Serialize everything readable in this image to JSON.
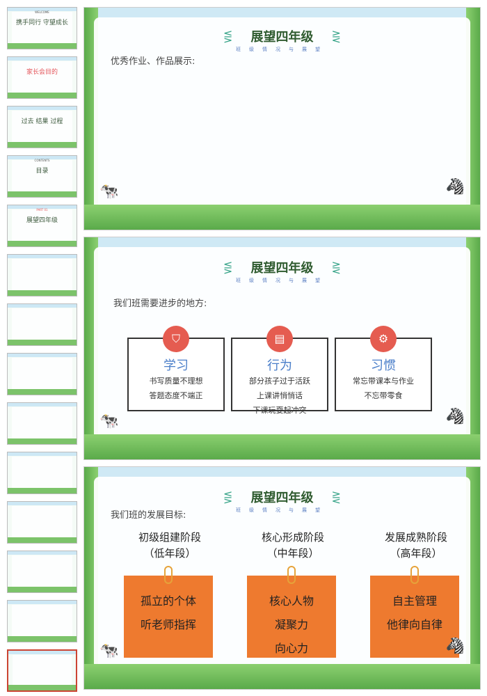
{
  "thumbnails": [
    {
      "title": "携手同行 守望成长",
      "sub": "WELCOME"
    },
    {
      "title": "家长会目的",
      "sub": ""
    },
    {
      "title": "过去 结果 过程",
      "sub": ""
    },
    {
      "title": "目录",
      "sub": "CONTENTS"
    },
    {
      "title": "展望四年级",
      "sub": "PART 01"
    },
    {
      "title": "",
      "sub": ""
    },
    {
      "title": "",
      "sub": ""
    },
    {
      "title": "",
      "sub": ""
    },
    {
      "title": "",
      "sub": ""
    },
    {
      "title": "",
      "sub": ""
    },
    {
      "title": "",
      "sub": ""
    },
    {
      "title": "",
      "sub": ""
    },
    {
      "title": "",
      "sub": ""
    },
    {
      "title": "",
      "sub": ""
    }
  ],
  "header": {
    "title": "展望四年级",
    "subtitle": "班级情况与展望"
  },
  "slide1": {
    "lead": "优秀作业、作品展示:"
  },
  "slide2": {
    "lead": "我们班需要进步的地方:",
    "cards": [
      {
        "icon": "shield-icon",
        "heading": "学习",
        "lines": [
          "书写质量不理想",
          "答题态度不端正"
        ]
      },
      {
        "icon": "calendar-icon",
        "heading": "行为",
        "lines": [
          "部分孩子过于活跃",
          "上课讲悄悄话",
          "下课玩耍起冲突"
        ]
      },
      {
        "icon": "gear-icon",
        "heading": "习惯",
        "lines": [
          "常忘带课本与作业",
          "不忘带零食"
        ]
      }
    ]
  },
  "slide3": {
    "lead": "我们班的发展目标:",
    "stages": [
      {
        "name": "初级组建阶段",
        "grade": "（低年段）",
        "notes": [
          "孤立的个体",
          "听老师指挥"
        ]
      },
      {
        "name": "核心形成阶段",
        "grade": "（中年段）",
        "notes": [
          "核心人物",
          "凝聚力",
          "向心力"
        ]
      },
      {
        "name": "发展成熟阶段",
        "grade": "（高年段）",
        "notes": [
          "自主管理",
          "他律向自律"
        ]
      }
    ]
  }
}
